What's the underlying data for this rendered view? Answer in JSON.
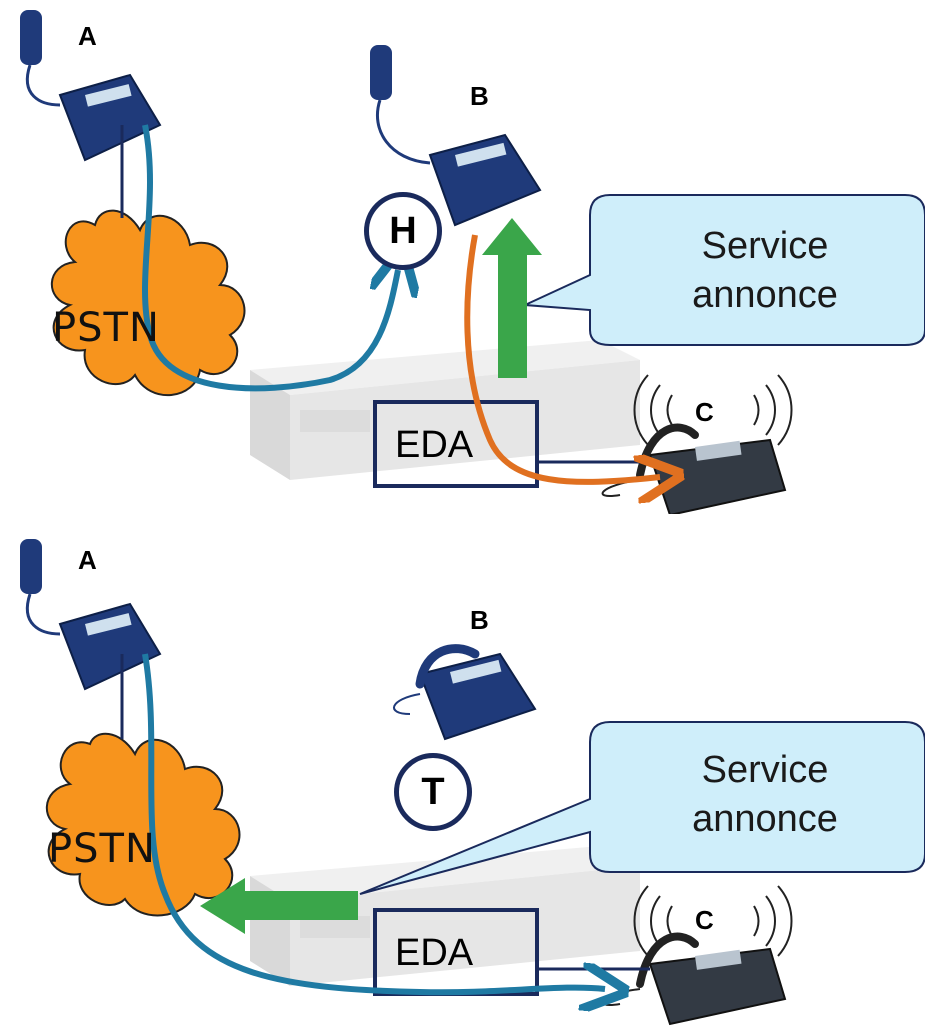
{
  "panels": [
    {
      "phone_a_label": "A",
      "phone_b_label": "B",
      "phone_c_label": "C",
      "status_label": "H",
      "callout_line1": "Service",
      "callout_line2": "annonce",
      "device_label": "EDA",
      "network_label": "PSTN"
    },
    {
      "phone_a_label": "A",
      "phone_b_label": "B",
      "phone_c_label": "C",
      "status_label": "T",
      "callout_line1": "Service",
      "callout_line2": "annonce",
      "device_label": "EDA",
      "network_label": "PSTN"
    }
  ],
  "colors": {
    "blue_path": "#1f7aa3",
    "orange_path": "#e07020",
    "green_arrow": "#3aa64a",
    "cloud": "#f7941d",
    "callout_fill": "#cfeefa",
    "navy": "#1a2a5c"
  },
  "icons": [
    "desk-phone-icon",
    "cloud-icon",
    "switch-device-icon",
    "ringing-waves-icon"
  ]
}
